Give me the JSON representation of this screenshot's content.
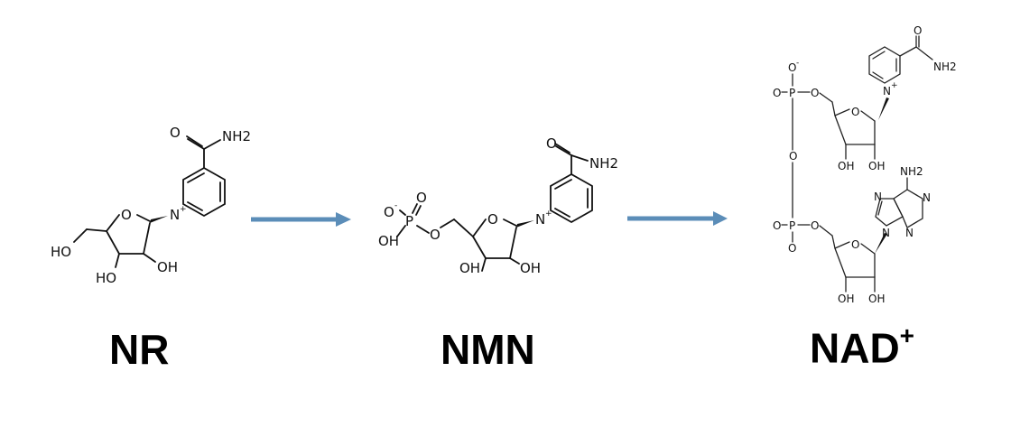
{
  "compounds": [
    {
      "label": "NR"
    },
    {
      "label": "NMN"
    },
    {
      "label": "NAD",
      "superscript": "+"
    }
  ],
  "atoms": {
    "amide_nh2": "NH2",
    "amide_o": "O",
    "pyridinium_n": "N",
    "ring_o": "O",
    "hydroxyl": "OH",
    "hydroxyl_left": "HO",
    "phosphorus": "P",
    "oxygen": "O",
    "oxide": "O",
    "oxide_charge": "-",
    "cation_charge": "+",
    "adenine_nh2": "NH2",
    "adenine_n": "N"
  },
  "colors": {
    "arrow": "#5b8db8",
    "structure": "#111111"
  },
  "arrows": [
    {
      "from": "NR",
      "to": "NMN"
    },
    {
      "from": "NMN",
      "to": "NAD+"
    }
  ]
}
